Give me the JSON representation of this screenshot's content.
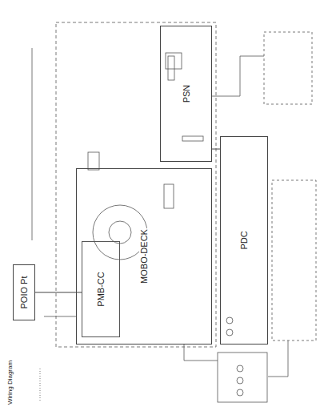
{
  "diagram": {
    "nodes": [
      {
        "text": [
          "POIO Pt"
        ]
      },
      {
        "text": [
          "PSN"
        ]
      },
      {
        "text": [
          "MOBO-DECK"
        ]
      },
      {
        "text": [
          "PMB-CC"
        ],
        "in": 2
      },
      {
        "text": [
          "PDC"
        ]
      }
    ],
    "edges": [
      {
        "from": 1,
        "to": 4,
        "arrow": "none"
      },
      {
        "from": 3,
        "to": 0,
        "arrow": "none"
      }
    ],
    "labels": [
      "Wiring Diagram"
    ]
  }
}
